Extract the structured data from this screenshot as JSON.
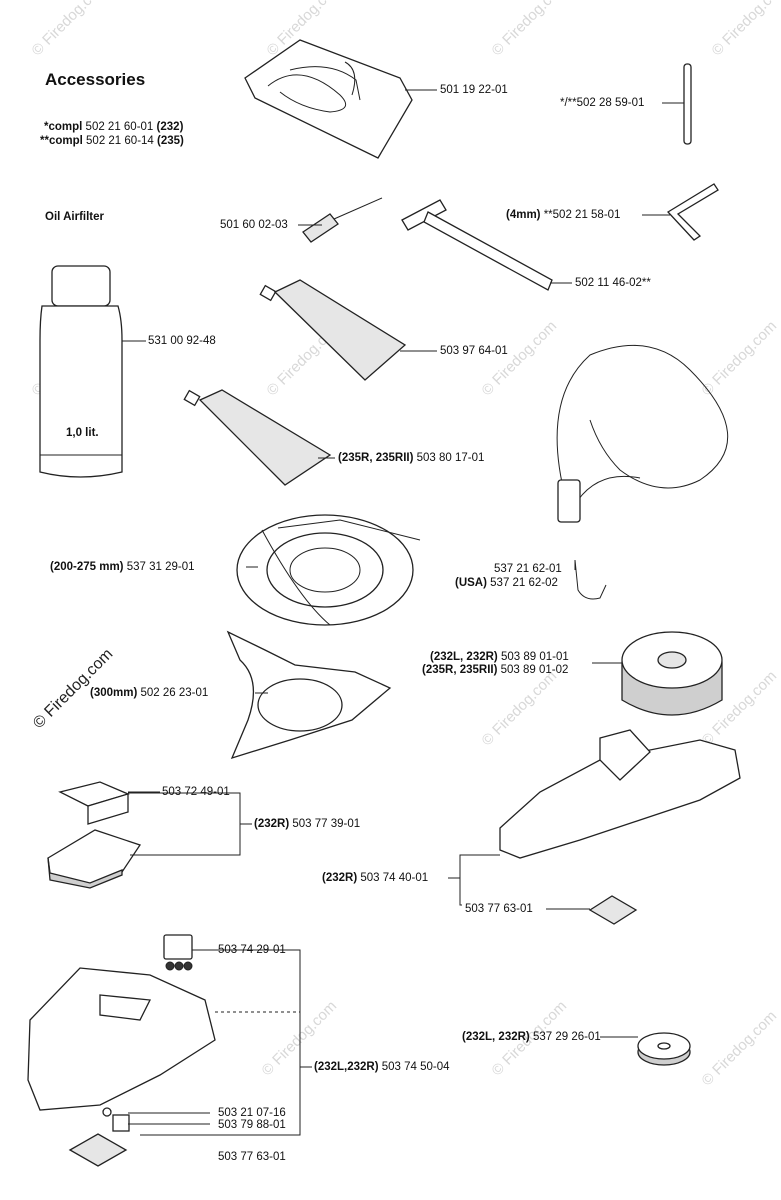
{
  "title": "Accessories",
  "header_notes": [
    {
      "prefix": "*compl",
      "part": "502 21 60-01",
      "model": "(232)"
    },
    {
      "prefix": "**compl",
      "part": "502 21 60-14",
      "model": "(235)"
    }
  ],
  "section_label": "Oil Airfilter",
  "bottle_label": "1,0 lit.",
  "watermark_brand": "© Firedog.com",
  "watermark_small": "© Firedog.com",
  "callouts": {
    "c1": {
      "pre": "",
      "text": "501 19 22-01",
      "post": ""
    },
    "c2": {
      "pre": "",
      "text": "*/**502 28 59-01",
      "post": ""
    },
    "c3": {
      "pre": "",
      "text": "501 60 02-03",
      "post": ""
    },
    "c4": {
      "pre": "(4mm)",
      "text": " **502 21 58-01",
      "post": ""
    },
    "c5": {
      "pre": "",
      "text": "502 11 46-02**",
      "post": ""
    },
    "c6": {
      "pre": "",
      "text": "531 00 92-48",
      "post": ""
    },
    "c7": {
      "pre": "",
      "text": "503 97 64-01",
      "post": ""
    },
    "c8": {
      "pre": "(235R, 235RII)",
      "text": " 503 80 17-01",
      "post": ""
    },
    "c9": {
      "pre": "(200-275 mm)",
      "text": " 537 31 29-01",
      "post": ""
    },
    "c10a": {
      "pre": "",
      "text": "537 21 62-01",
      "post": ""
    },
    "c10b": {
      "pre": "(USA)",
      "text": " 537 21 62-02",
      "post": ""
    },
    "c11a": {
      "pre": "(232L, 232R)",
      "text": " 503 89 01-01",
      "post": ""
    },
    "c11b": {
      "pre": "(235R, 235RII)",
      "text": " 503 89 01-02",
      "post": ""
    },
    "c12": {
      "pre": "(300mm)",
      "text": " 502 26 23-01",
      "post": ""
    },
    "c13": {
      "pre": "",
      "text": "503 72 49-01",
      "post": ""
    },
    "c14": {
      "pre": "(232R)",
      "text": " 503 77 39-01",
      "post": ""
    },
    "c15": {
      "pre": "(232R)",
      "text": " 503 74 40-01",
      "post": ""
    },
    "c16": {
      "pre": "",
      "text": "503 77 63-01",
      "post": ""
    },
    "c17": {
      "pre": "",
      "text": "503 74 29-01",
      "post": ""
    },
    "c18": {
      "pre": "(232L,232R)",
      "text": " 503 74 50-04",
      "post": ""
    },
    "c19": {
      "pre": "(232L, 232R)",
      "text": " 537 29 26-01",
      "post": ""
    },
    "c20": {
      "pre": "",
      "text": "503 21 07-16",
      "post": ""
    },
    "c21": {
      "pre": "",
      "text": "503 79 88-01",
      "post": ""
    },
    "c22": {
      "pre": "",
      "text": "503 77 63-01",
      "post": ""
    }
  }
}
